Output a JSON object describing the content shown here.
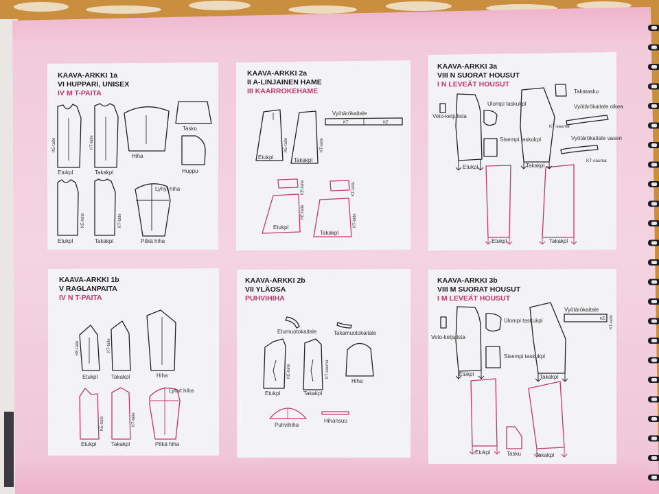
{
  "colors": {
    "page_pink": "#efc4d6",
    "card_white": "#f3f3f5",
    "ink": "#222222",
    "accent_pink": "#c8336e"
  },
  "cards": [
    {
      "id": "1a",
      "lines": [
        "KAAVA-ARKKI 1a",
        "VI HUPPARI, UNISEX"
      ],
      "pink_line": "IV M T-PAITA",
      "labels": [
        "Etukpl",
        "Takakpl",
        "Hiha",
        "Tasku",
        "Huppu",
        "Etukpl",
        "Takakpl",
        "Lyhyt hiha",
        "Pitkä hiha"
      ],
      "fold_labels": [
        "KE-taite",
        "KT-taite",
        "KE-taite",
        "KT-taite"
      ]
    },
    {
      "id": "2a",
      "lines": [
        "KAAVA-ARKKI 2a",
        "II A-LINJAINEN HAME"
      ],
      "pink_line": "III KAARROKEHAME",
      "labels": [
        "Vyötärökaitale",
        "KT",
        "KE",
        "Etukpl",
        "Takakpl",
        "Etukpl",
        "Takakpl"
      ],
      "fold_labels": [
        "KE-taite",
        "KT-taite",
        "KE-taite",
        "KT-taite",
        "KE-taite",
        "KT-taite"
      ]
    },
    {
      "id": "3a",
      "lines": [
        "KAAVA-ARKKI 3a",
        "VIII N SUORAT HOUSUT"
      ],
      "pink_line": "I N LEVEÄT HOUSUT",
      "labels": [
        "Takatasku",
        "Ulompi taskukpl",
        "Veto-ketjulista",
        "Vyötärökaitale oikea",
        "KT-sauma",
        "Sisempi taskukpl",
        "Vyötärökaitale vasen",
        "KT-sauma",
        "Etukpl",
        "Takakpl",
        "Etukpl",
        "Takakpl"
      ]
    },
    {
      "id": "1b",
      "lines": [
        "KAAVA-ARKKI 1b",
        "V RAGLANPAITA"
      ],
      "pink_line": "IV N T-PAITA",
      "labels": [
        "Etukpl",
        "Takakpl",
        "Hiha",
        "Lyhyt hiha",
        "Etukpl",
        "Takakpl",
        "Pitkä hiha"
      ],
      "fold_labels": [
        "KE-taite",
        "KT-taite",
        "KE-taite",
        "KT-taite"
      ]
    },
    {
      "id": "2b",
      "lines": [
        "KAAVA-ARKKI 2b",
        "VII YLÄOSA"
      ],
      "pink_line": "PUHVIHIHA",
      "labels": [
        "Etumuotokaitale",
        "Takamuotokaitale",
        "Etukpl",
        "Takakpl",
        "Hiha",
        "Puhvihiha",
        "Hihansuu"
      ],
      "fold_labels": [
        "KE-taite",
        "KT-sauma"
      ]
    },
    {
      "id": "3b",
      "lines": [
        "KAAVA-ARKKI 3b",
        "VIII M SUORAT HOUSUT"
      ],
      "pink_line": "I M LEVEÄT HOUSUT",
      "labels": [
        "Vyötärökaitale",
        "KE",
        "KT-taite",
        "Ulompi taskukpl",
        "Veto-ketjulista",
        "Sisempi taskukpl",
        "Etukpl",
        "Takakpl",
        "Etukpl",
        "Tasku",
        "Takakpl"
      ]
    }
  ]
}
